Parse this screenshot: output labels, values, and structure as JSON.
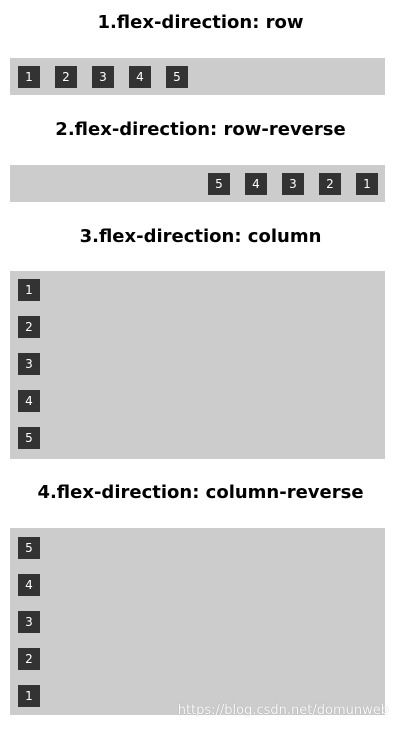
{
  "sections": [
    {
      "title": "1.flex-direction: row",
      "items": [
        "1",
        "2",
        "3",
        "4",
        "5"
      ]
    },
    {
      "title": "2.flex-direction: row-reverse",
      "items": [
        "1",
        "2",
        "3",
        "4",
        "5"
      ]
    },
    {
      "title": "3.flex-direction: column",
      "items": [
        "1",
        "2",
        "3",
        "4",
        "5"
      ]
    },
    {
      "title": "4.flex-direction: column-reverse",
      "items": [
        "1",
        "2",
        "3",
        "4",
        "5"
      ]
    }
  ],
  "watermark": "https://blog.csdn.net/domunweb",
  "colors": {
    "container_bg": "#cccccc",
    "item_bg": "#333333",
    "item_text": "#ffffff"
  }
}
